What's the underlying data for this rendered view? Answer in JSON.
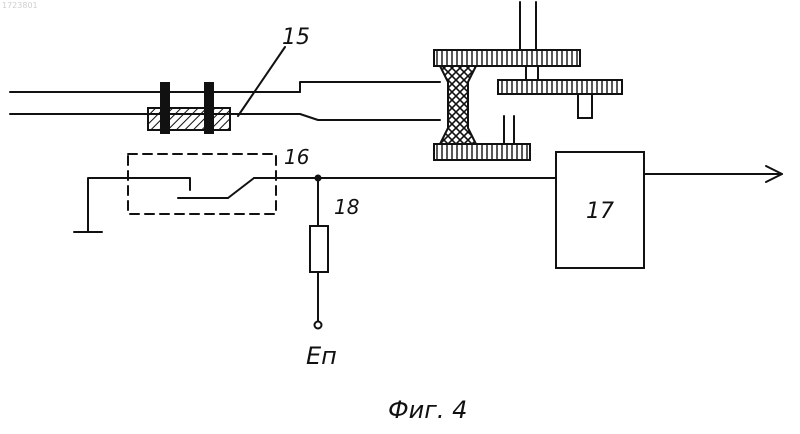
{
  "watermark": "1723801",
  "labels": {
    "ref_15": "15",
    "ref_16": "16",
    "ref_17": "17",
    "ref_18": "18",
    "supply": "Eп",
    "caption": "Фиг. 4"
  }
}
